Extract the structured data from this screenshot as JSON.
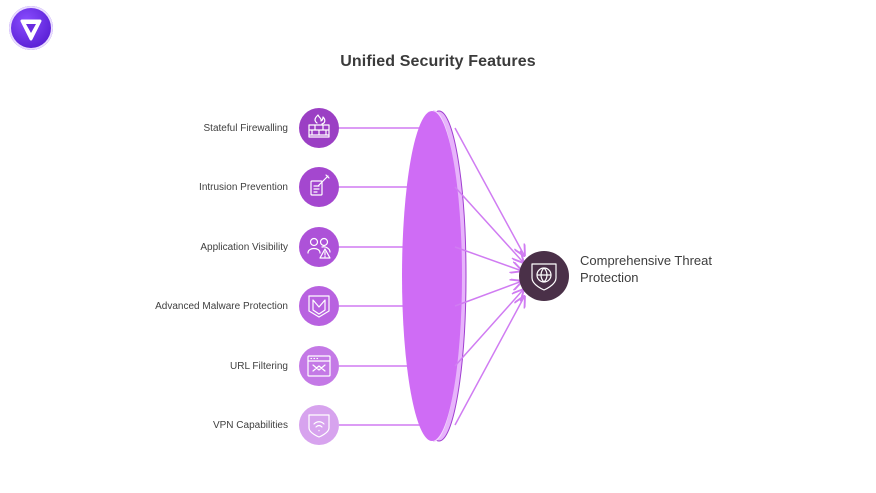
{
  "title": "Unified Security Features",
  "features": [
    {
      "label": "Stateful Firewalling",
      "icon": "firewall-icon"
    },
    {
      "label": "Intrusion Prevention",
      "icon": "intrusion-report-icon"
    },
    {
      "label": "Application Visibility",
      "icon": "users-warning-icon"
    },
    {
      "label": "Advanced Malware Protection",
      "icon": "malware-shield-icon"
    },
    {
      "label": "URL Filtering",
      "icon": "browser-filter-icon"
    },
    {
      "label": "VPN Capabilities",
      "icon": "vpn-shield-icon"
    }
  ],
  "result": {
    "label": "Comprehensive Threat Protection",
    "icon": "globe-shield-icon"
  },
  "colors": {
    "feature_circles": [
      "#9b3fc4",
      "#a447cf",
      "#ad52d8",
      "#b862e0",
      "#c479e6",
      "#d7a3ee"
    ],
    "lens": "#cf6cf5",
    "lens_edge": "#a03ed0",
    "arrows": "#d07cf2",
    "result_circle": "#4a3048"
  }
}
